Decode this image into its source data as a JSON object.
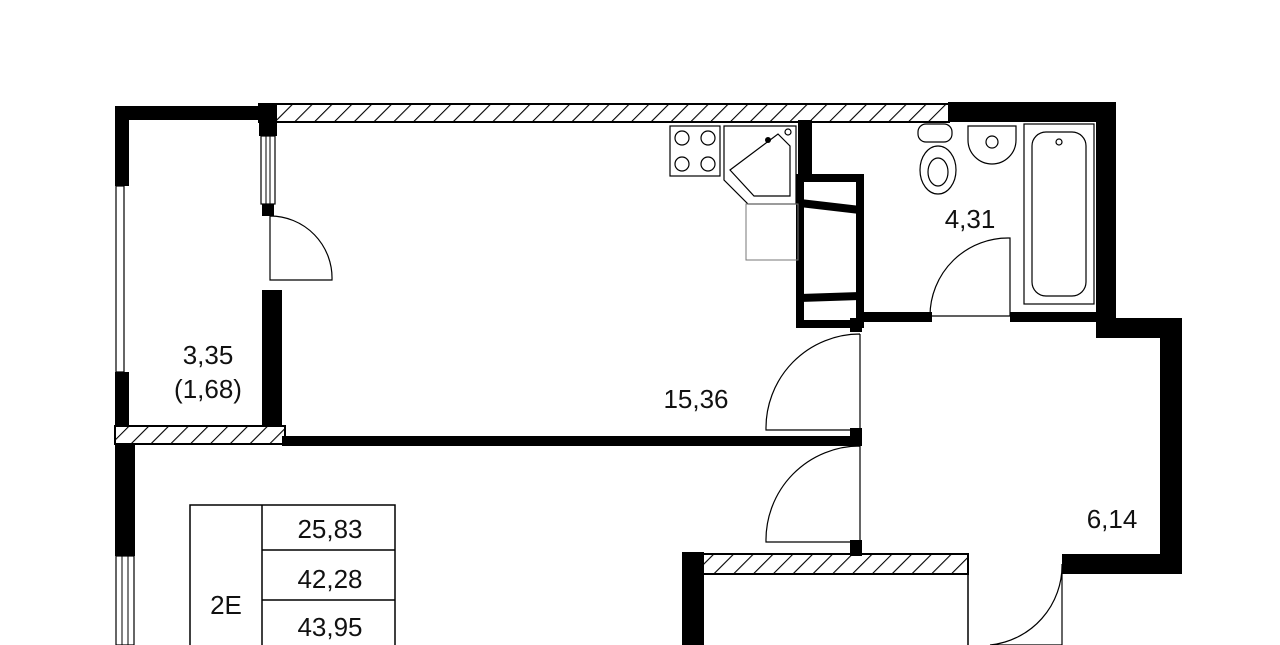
{
  "rooms": {
    "balcony": {
      "area": "3,35",
      "reduced_area": "(1,68)"
    },
    "main_room": {
      "area": "15,36"
    },
    "bathroom": {
      "area": "4,31"
    },
    "hallway": {
      "area": "6,14"
    }
  },
  "summary_table": {
    "apartment_type": "2Е",
    "living_area": "25,83",
    "total_area": "42,28",
    "total_area_with_balcony": "43,95"
  },
  "colors": {
    "walls": "#000000",
    "background": "#ffffff",
    "lines": "#000000"
  }
}
